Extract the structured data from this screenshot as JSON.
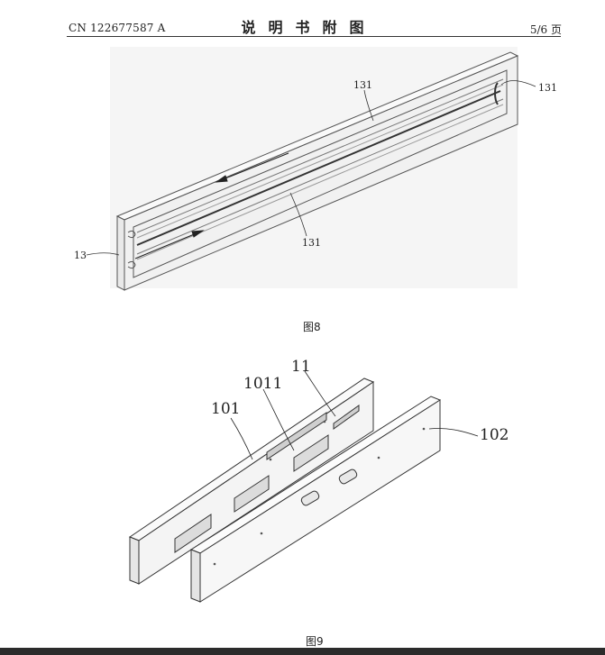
{
  "header": {
    "publication_number": "CN 122677587 A",
    "document_title": "说明书附图",
    "page_number": "5/6 页"
  },
  "figure8": {
    "caption": "图8",
    "labels": {
      "top_channel": "131",
      "right_end": "131",
      "bottom_channel": "131",
      "plate": "13"
    }
  },
  "figure9": {
    "caption": "图9",
    "labels": {
      "part_11": "11",
      "part_1011": "1011",
      "part_101": "101",
      "part_102": "102"
    }
  }
}
